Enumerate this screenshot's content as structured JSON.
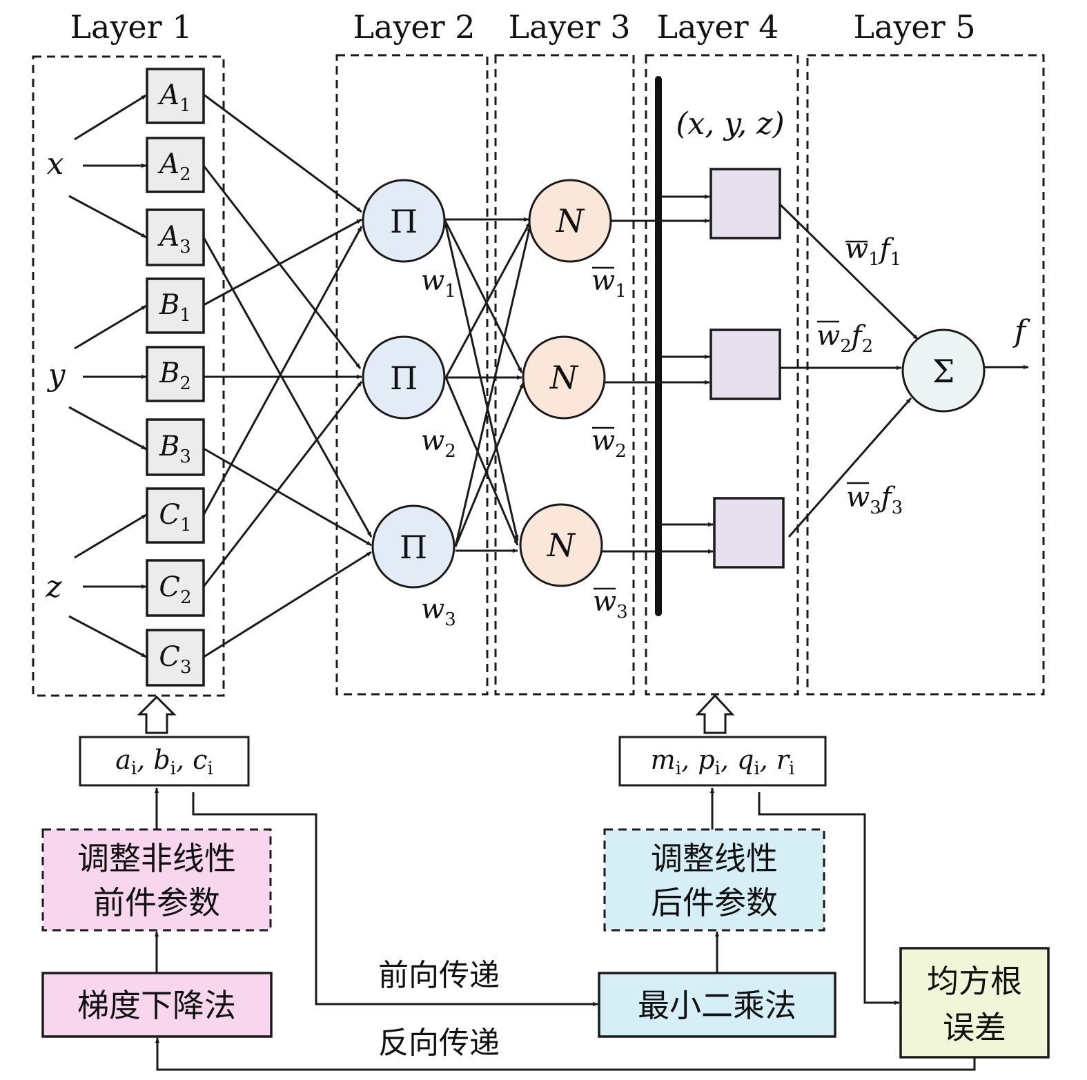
{
  "layers": [
    "Layer 1",
    "Layer 2",
    "Layer 3",
    "Layer 4",
    "Layer 5"
  ],
  "inputs": [
    "x",
    "y",
    "z"
  ],
  "membership": [
    {
      "letter": "A",
      "index": "1"
    },
    {
      "letter": "A",
      "index": "2"
    },
    {
      "letter": "A",
      "index": "3"
    },
    {
      "letter": "B",
      "index": "1"
    },
    {
      "letter": "B",
      "index": "2"
    },
    {
      "letter": "B",
      "index": "3"
    },
    {
      "letter": "C",
      "index": "1"
    },
    {
      "letter": "C",
      "index": "2"
    },
    {
      "letter": "C",
      "index": "3"
    }
  ],
  "product_symbol": "Π",
  "norm_symbol": "N",
  "sum_symbol": "Σ",
  "weights": [
    {
      "w": "w",
      "index": "1"
    },
    {
      "w": "w",
      "index": "2"
    },
    {
      "w": "w",
      "index": "3"
    }
  ],
  "norm_weights": [
    {
      "w": "w",
      "index": "1"
    },
    {
      "w": "w",
      "index": "2"
    },
    {
      "w": "w",
      "index": "3"
    }
  ],
  "consequent_inputs": "(x, y, z)",
  "rule_outputs": [
    {
      "w": "w",
      "wi": "1",
      "f": "f",
      "fi": "1"
    },
    {
      "w": "w",
      "wi": "2",
      "f": "f",
      "fi": "2"
    },
    {
      "w": "w",
      "wi": "3",
      "f": "f",
      "fi": "3"
    }
  ],
  "output": "f",
  "premise_params": [
    {
      "p": "a",
      "i": "i"
    },
    {
      "p": "b",
      "i": "i"
    },
    {
      "p": "c",
      "i": "i"
    }
  ],
  "consequent_params": [
    {
      "p": "m",
      "i": "i"
    },
    {
      "p": "p",
      "i": "i"
    },
    {
      "p": "q",
      "i": "i"
    },
    {
      "p": "r",
      "i": "i"
    }
  ],
  "adjust_nonlinear": [
    "调整非线性",
    "前件参数"
  ],
  "adjust_linear": [
    "调整线性",
    "后件参数"
  ],
  "gradient_descent": "梯度下降法",
  "least_squares": "最小二乘法",
  "rmse": [
    "均方根",
    "误差"
  ],
  "forward_pass": "前向传递",
  "backward_pass": "反向传递",
  "colors": {
    "product_node": "#e2ebf6",
    "norm_node": "#fbe6da",
    "sum_node": "#ebf4f3",
    "rule_box": "#e7e0ee",
    "mf_box": "#ececec",
    "nonlinear_box": "#f8d7ee",
    "linear_box": "#d6eff7",
    "rmse_box": "#f2f6d8"
  }
}
